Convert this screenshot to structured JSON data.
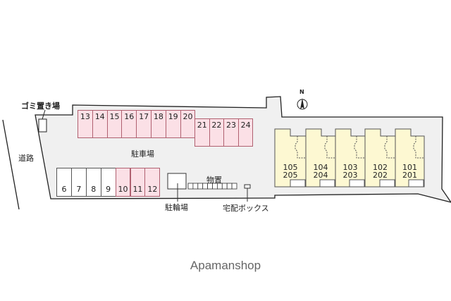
{
  "labels": {
    "garbage": "ゴミ置き場",
    "road": "道路",
    "parking": "駐車場",
    "bicycle": "駐輪場",
    "storage": "物置",
    "delivery_box": "宅配ボックス",
    "north": "N"
  },
  "stalls_top": [
    "13",
    "14",
    "15",
    "16",
    "17",
    "18",
    "19",
    "20"
  ],
  "stalls_top2": [
    "21",
    "22",
    "23",
    "24"
  ],
  "stalls_bottom": [
    {
      "n": "6",
      "color": "white"
    },
    {
      "n": "7",
      "color": "white"
    },
    {
      "n": "8",
      "color": "white"
    },
    {
      "n": "9",
      "color": "white"
    },
    {
      "n": "10",
      "color": "pink"
    },
    {
      "n": "11",
      "color": "pink"
    },
    {
      "n": "12",
      "color": "pink"
    }
  ],
  "units": [
    {
      "a": "105",
      "b": "205"
    },
    {
      "a": "104",
      "b": "204"
    },
    {
      "a": "103",
      "b": "203"
    },
    {
      "a": "102",
      "b": "202"
    },
    {
      "a": "101",
      "b": "201"
    }
  ],
  "watermark": "Apamanshop",
  "colors": {
    "lot": "#f0f0f0",
    "stall_pink": "#fbe0e6",
    "building": "#fdf8d2"
  }
}
